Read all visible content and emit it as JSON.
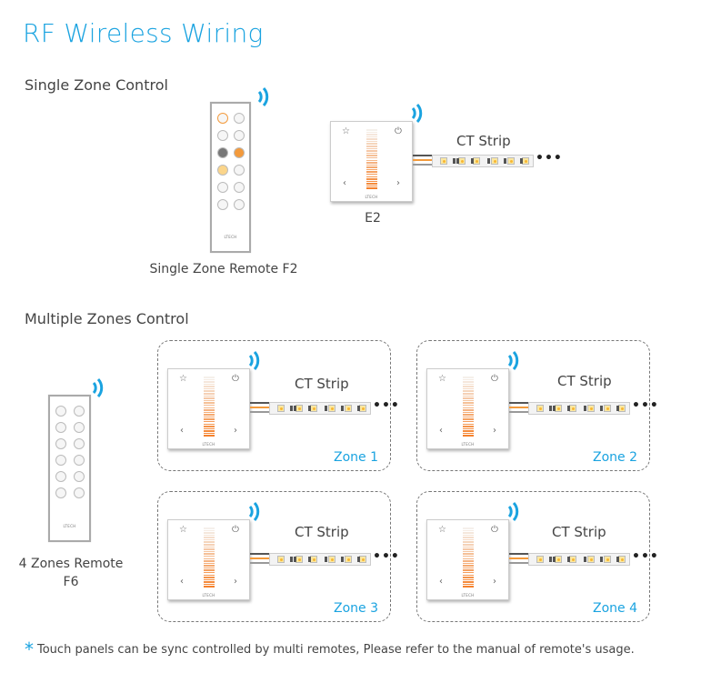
{
  "title": "RF Wireless Wiring",
  "single": {
    "heading": "Single Zone Control",
    "remote_caption": "Single Zone Remote F2",
    "panel_caption": "E2",
    "strip_label": "CT Strip",
    "brand": "LTECH"
  },
  "multiple": {
    "heading": "Multiple Zones Control",
    "remote_caption_line1": "4 Zones Remote",
    "remote_caption_line2": "F6",
    "brand": "LTECH",
    "zones": [
      {
        "label": "Zone 1",
        "strip_label": "CT Strip"
      },
      {
        "label": "Zone 2",
        "strip_label": "CT Strip"
      },
      {
        "label": "Zone 3",
        "strip_label": "CT Strip"
      },
      {
        "label": "Zone 4",
        "strip_label": "CT Strip"
      }
    ]
  },
  "footnote": {
    "marker": "*",
    "text": "Touch panels can be sync controlled by multi remotes, Please refer to the manual of remote's usage."
  },
  "colors": {
    "accent": "#1aa3e0",
    "warm": "#f39a3c",
    "text": "#444444"
  }
}
